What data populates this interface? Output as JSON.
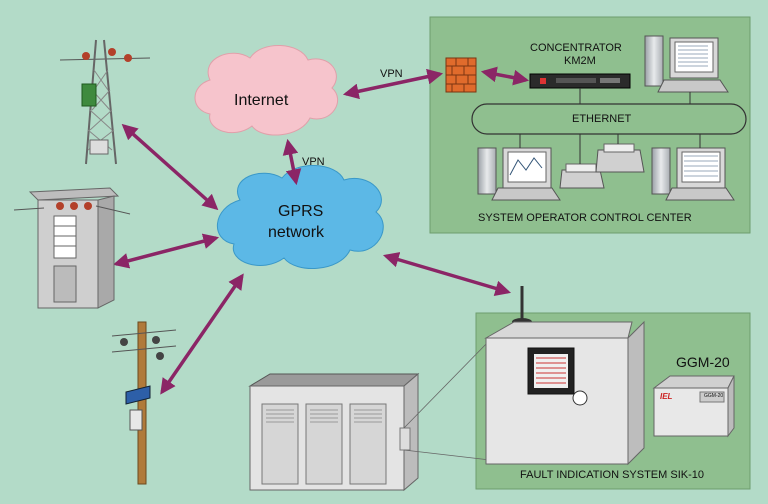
{
  "cloud_internet": {
    "label": "Internet"
  },
  "cloud_gprs": {
    "line1": "GPRS",
    "line2": "network"
  },
  "links": {
    "vpn_internet_concentrator": "VPN",
    "vpn_internet_gprs": "VPN"
  },
  "control_center": {
    "title": "SYSTEM OPERATOR CONTROL CENTER",
    "concentrator_line1": "CONCENTRATOR",
    "concentrator_line2": "KM2M",
    "bus": "ETHERNET"
  },
  "fault_system": {
    "title": "FAULT INDICATION SYSTEM SIK-10",
    "device": "GGM-20",
    "device_brand": "IEL",
    "device_small": "GGM-20"
  },
  "colors": {
    "background": "#b3dbc8",
    "panel": "#8fbf8f",
    "arrow": "#8b2566",
    "internet_cloud": "#f6c4cc",
    "gprs_cloud": "#5cb8e6"
  }
}
